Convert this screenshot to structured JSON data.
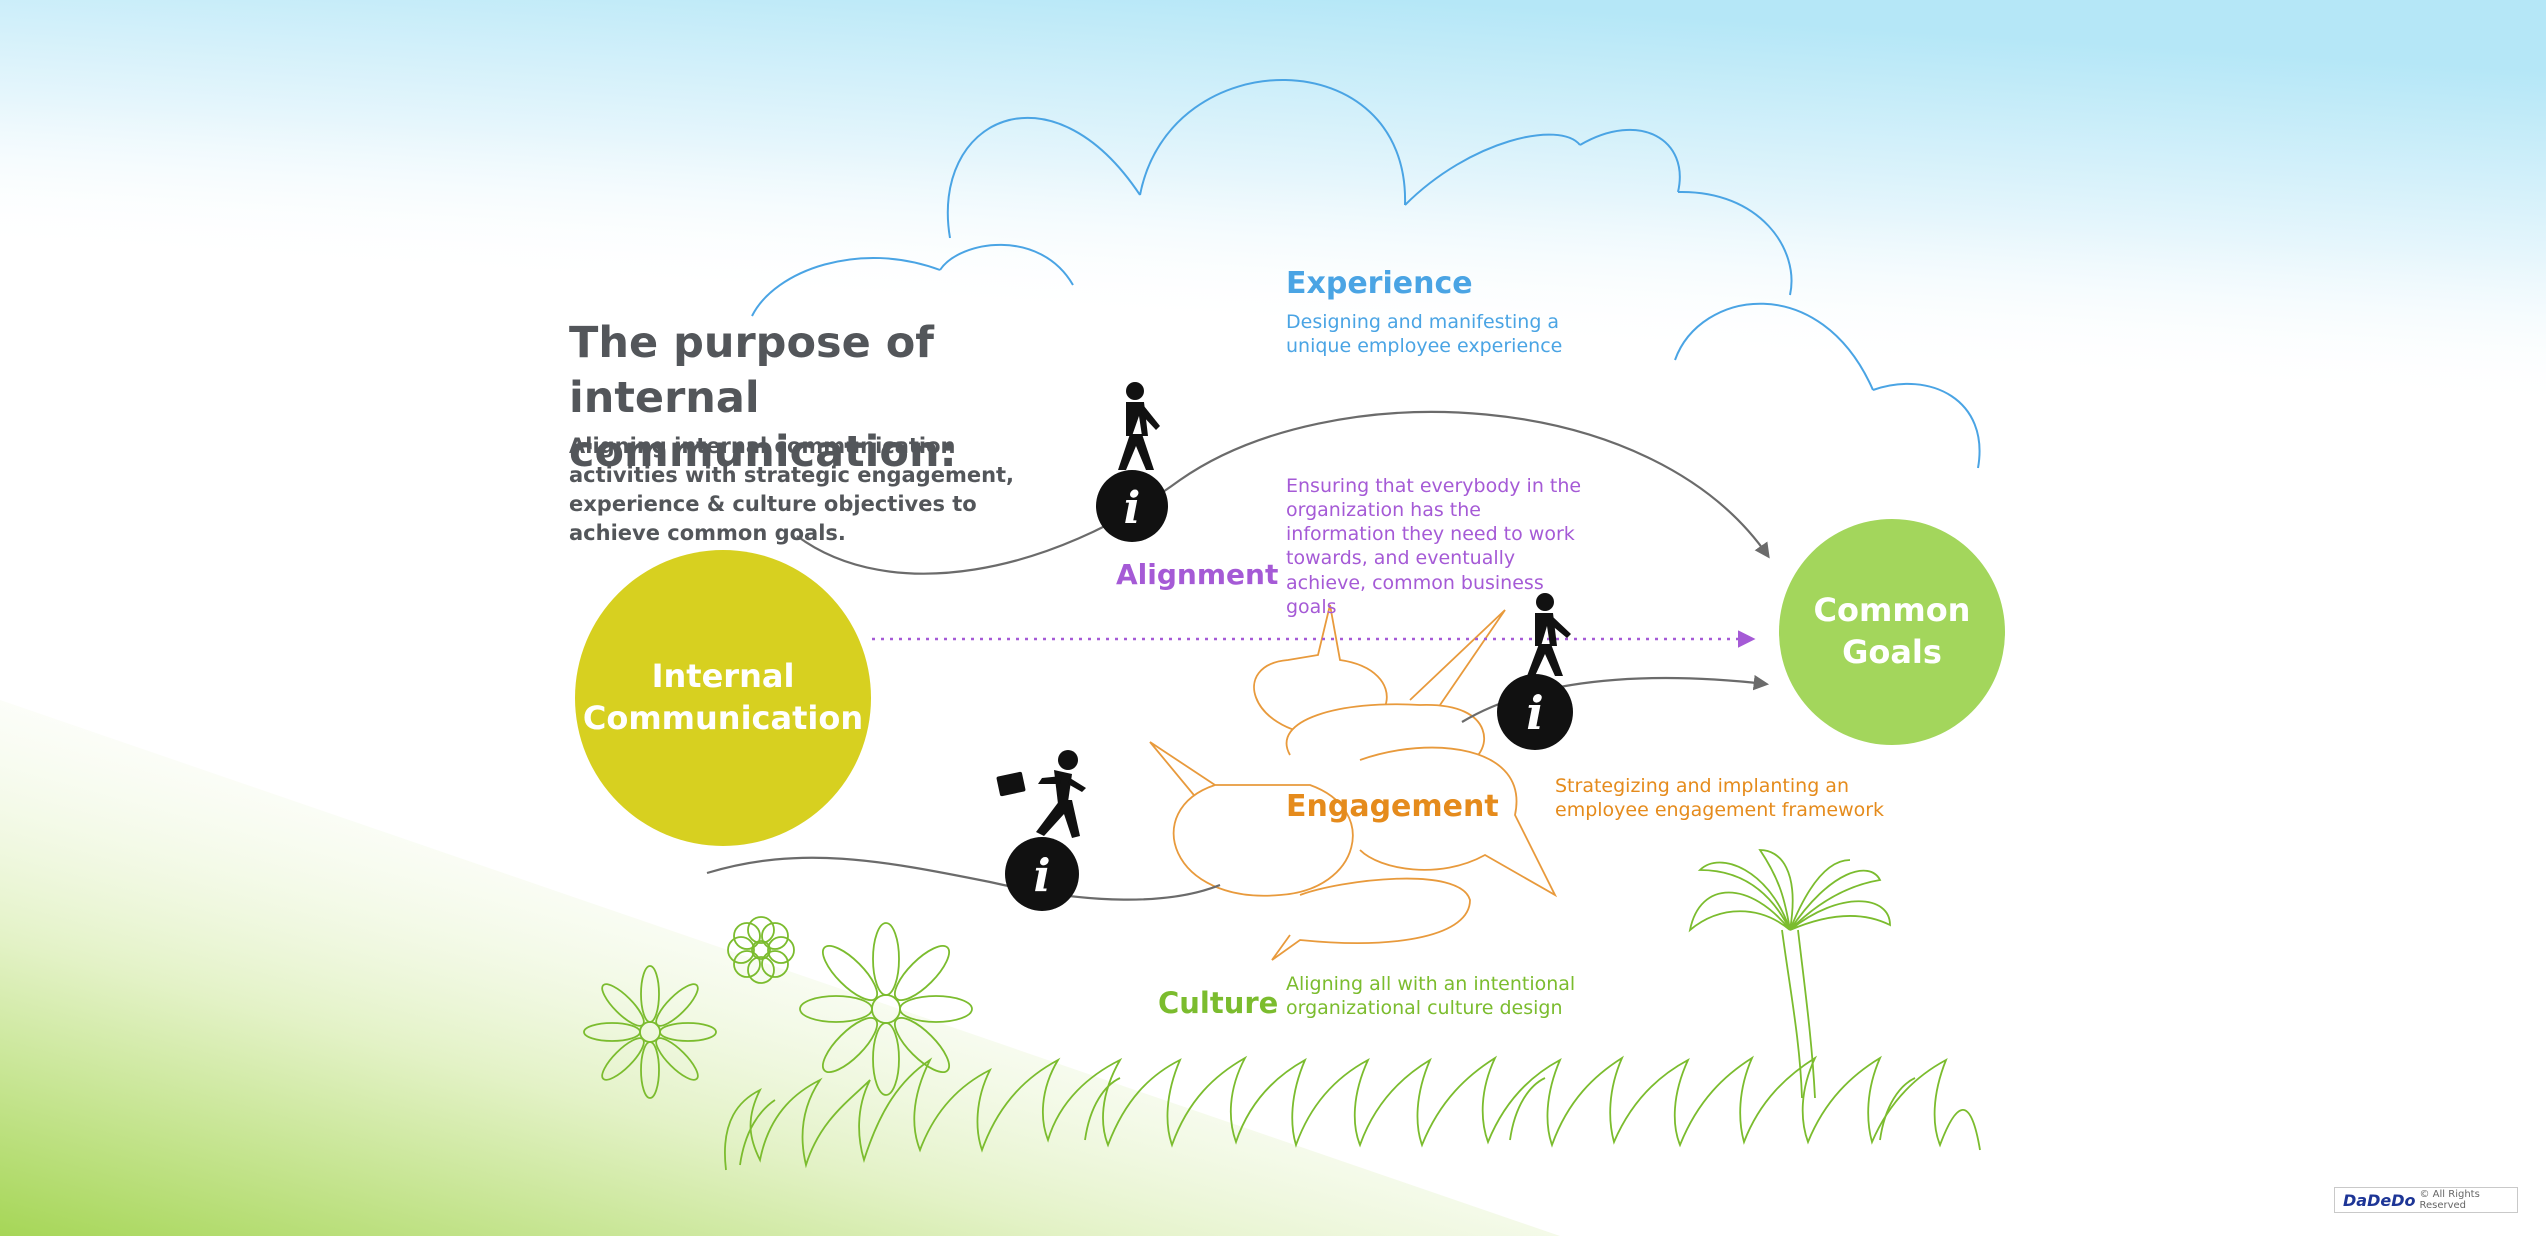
{
  "title": "The purpose of internal communication:",
  "subtitle": "Aligning internal communication activities with strategic engagement, experience & culture objectives to achieve common goals.",
  "nodes": {
    "internal_communication": "Internal\nCommunication",
    "common_goals": "Common\nGoals"
  },
  "pillars": {
    "experience": {
      "heading": "Experience",
      "description": "Designing and manifesting a unique employee experience"
    },
    "alignment": {
      "heading": "Alignment",
      "description": "Ensuring that everybody in the organization has the information they need to work towards, and eventually achieve, common business goals"
    },
    "engagement": {
      "heading": "Engagement",
      "description": "Strategizing and implanting an employee engagement framework"
    },
    "culture": {
      "heading": "Culture",
      "description": "Aligning all with an intentional organizational culture design"
    }
  },
  "footer": {
    "brand": "DaDeDo",
    "rights": "© All Rights Reserved"
  },
  "colors": {
    "experience": "#4aa4e4",
    "alignment": "#a55ad6",
    "engagement": "#e58b1c",
    "culture": "#7bbc2e",
    "internal_communication": "#d7d020",
    "common_goals": "#a3d65c",
    "text": "#53565a"
  },
  "icons": [
    "cloud",
    "speech-bubbles",
    "grass",
    "flowers",
    "palm-tree",
    "walking-man",
    "info-ball",
    "running-businessman"
  ]
}
